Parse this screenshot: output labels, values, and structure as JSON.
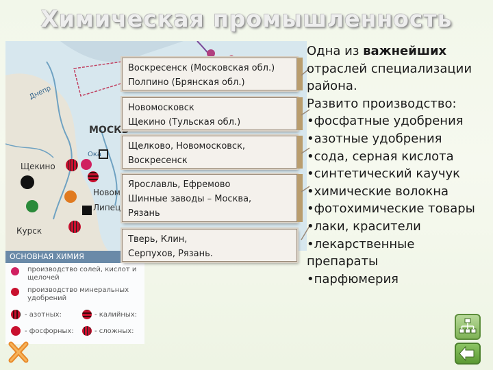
{
  "title": "Химическая промышленность",
  "map": {
    "labels": {
      "moscow": "МОСКВ",
      "shchekino": "Щекино",
      "kursk": "Курск",
      "dnepr": "Днепр",
      "oka": "Ока",
      "lipetsk": "Липец",
      "novomosk": "Новомос"
    }
  },
  "legend": {
    "header": "ОСНОВНАЯ ХИМИЯ",
    "salt_acid": "производство солей, кислот и щелочей",
    "mineral": "производство минеральных удобрений",
    "nitrogen": "- азотных:",
    "potash": "- калийных:",
    "phosphate": "- фосфорных:",
    "complex": "- сложных:"
  },
  "boxes": [
    {
      "lines": [
        "Воскресенск (Московская обл.)",
        "Полпино (Брянская обл.)"
      ]
    },
    {
      "lines": [
        "Новомосковск",
        "Щекино (Тульская обл.)"
      ]
    },
    {
      "lines": [
        "Щелково, Новомосковск,",
        "Воскресенск"
      ]
    },
    {
      "lines": [
        "Ярославль, Ефремово",
        "Шинные заводы – Москва,",
        "Рязань"
      ]
    },
    {
      "lines": [
        "Тверь, Клин,",
        "Серпухов, Рязань."
      ]
    }
  ],
  "right": {
    "intro_pre": "Одна из ",
    "intro_bold": "важнейших",
    "intro_rest1": "отраслей специализации",
    "intro_rest2": "района.",
    "developed": "Развито производство:",
    "items": [
      "•фосфатные удобрения",
      "•азотные удобрения",
      "•сода, серная кислота",
      "•синтетический каучук",
      "•химические волокна",
      "•фотохимические товары",
      "•лаки, красители",
      "•лекарственные",
      "препараты",
      "•парфюмерия"
    ]
  },
  "colors": {
    "box_bg": "#f4f1ec",
    "connector": "#b99d6e",
    "nav_green": "#7fb356"
  }
}
